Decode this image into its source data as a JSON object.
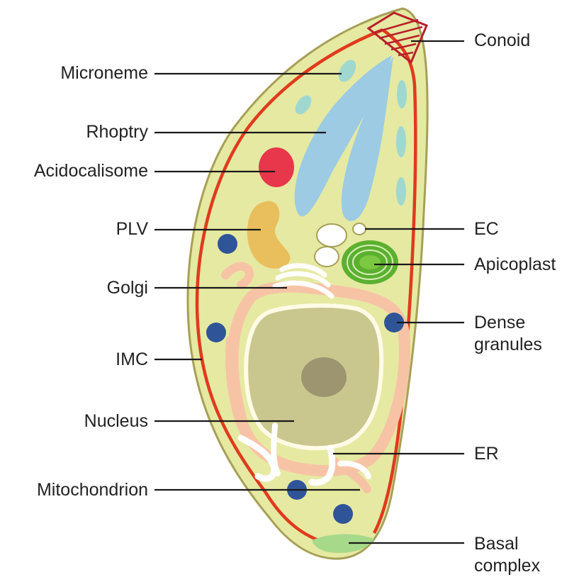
{
  "colors": {
    "cytoplasm": "#e6e9a2",
    "membrane_outer": "#a6a057",
    "imc": "#e03a1e",
    "conoid": "#b8202a",
    "microneme": "#9fd8cf",
    "rhoptry": "#9ccbe3",
    "acidocalisome": "#e8364b",
    "plv": "#e8bf5c",
    "dense_granule": "#2f5598",
    "apicoplast": "#5cb030",
    "er": "#f7c3a5",
    "nucleus": "#c9c78e",
    "nucleolus": "#9d9470",
    "basal_complex": "#a6d98a",
    "leader": "#1a1a1a"
  },
  "labels": {
    "conoid": "Conoid",
    "microneme": "Microneme",
    "rhoptry": "Rhoptry",
    "acidocalisome": "Acidocalisome",
    "plv": "PLV",
    "ec": "EC",
    "apicoplast": "Apicoplast",
    "golgi": "Golgi",
    "dense_granules": "Dense\ngranules",
    "imc": "IMC",
    "nucleus": "Nucleus",
    "er": "ER",
    "mitochondrion": "Mitochondrion",
    "basal_complex": "Basal\ncomplex"
  }
}
